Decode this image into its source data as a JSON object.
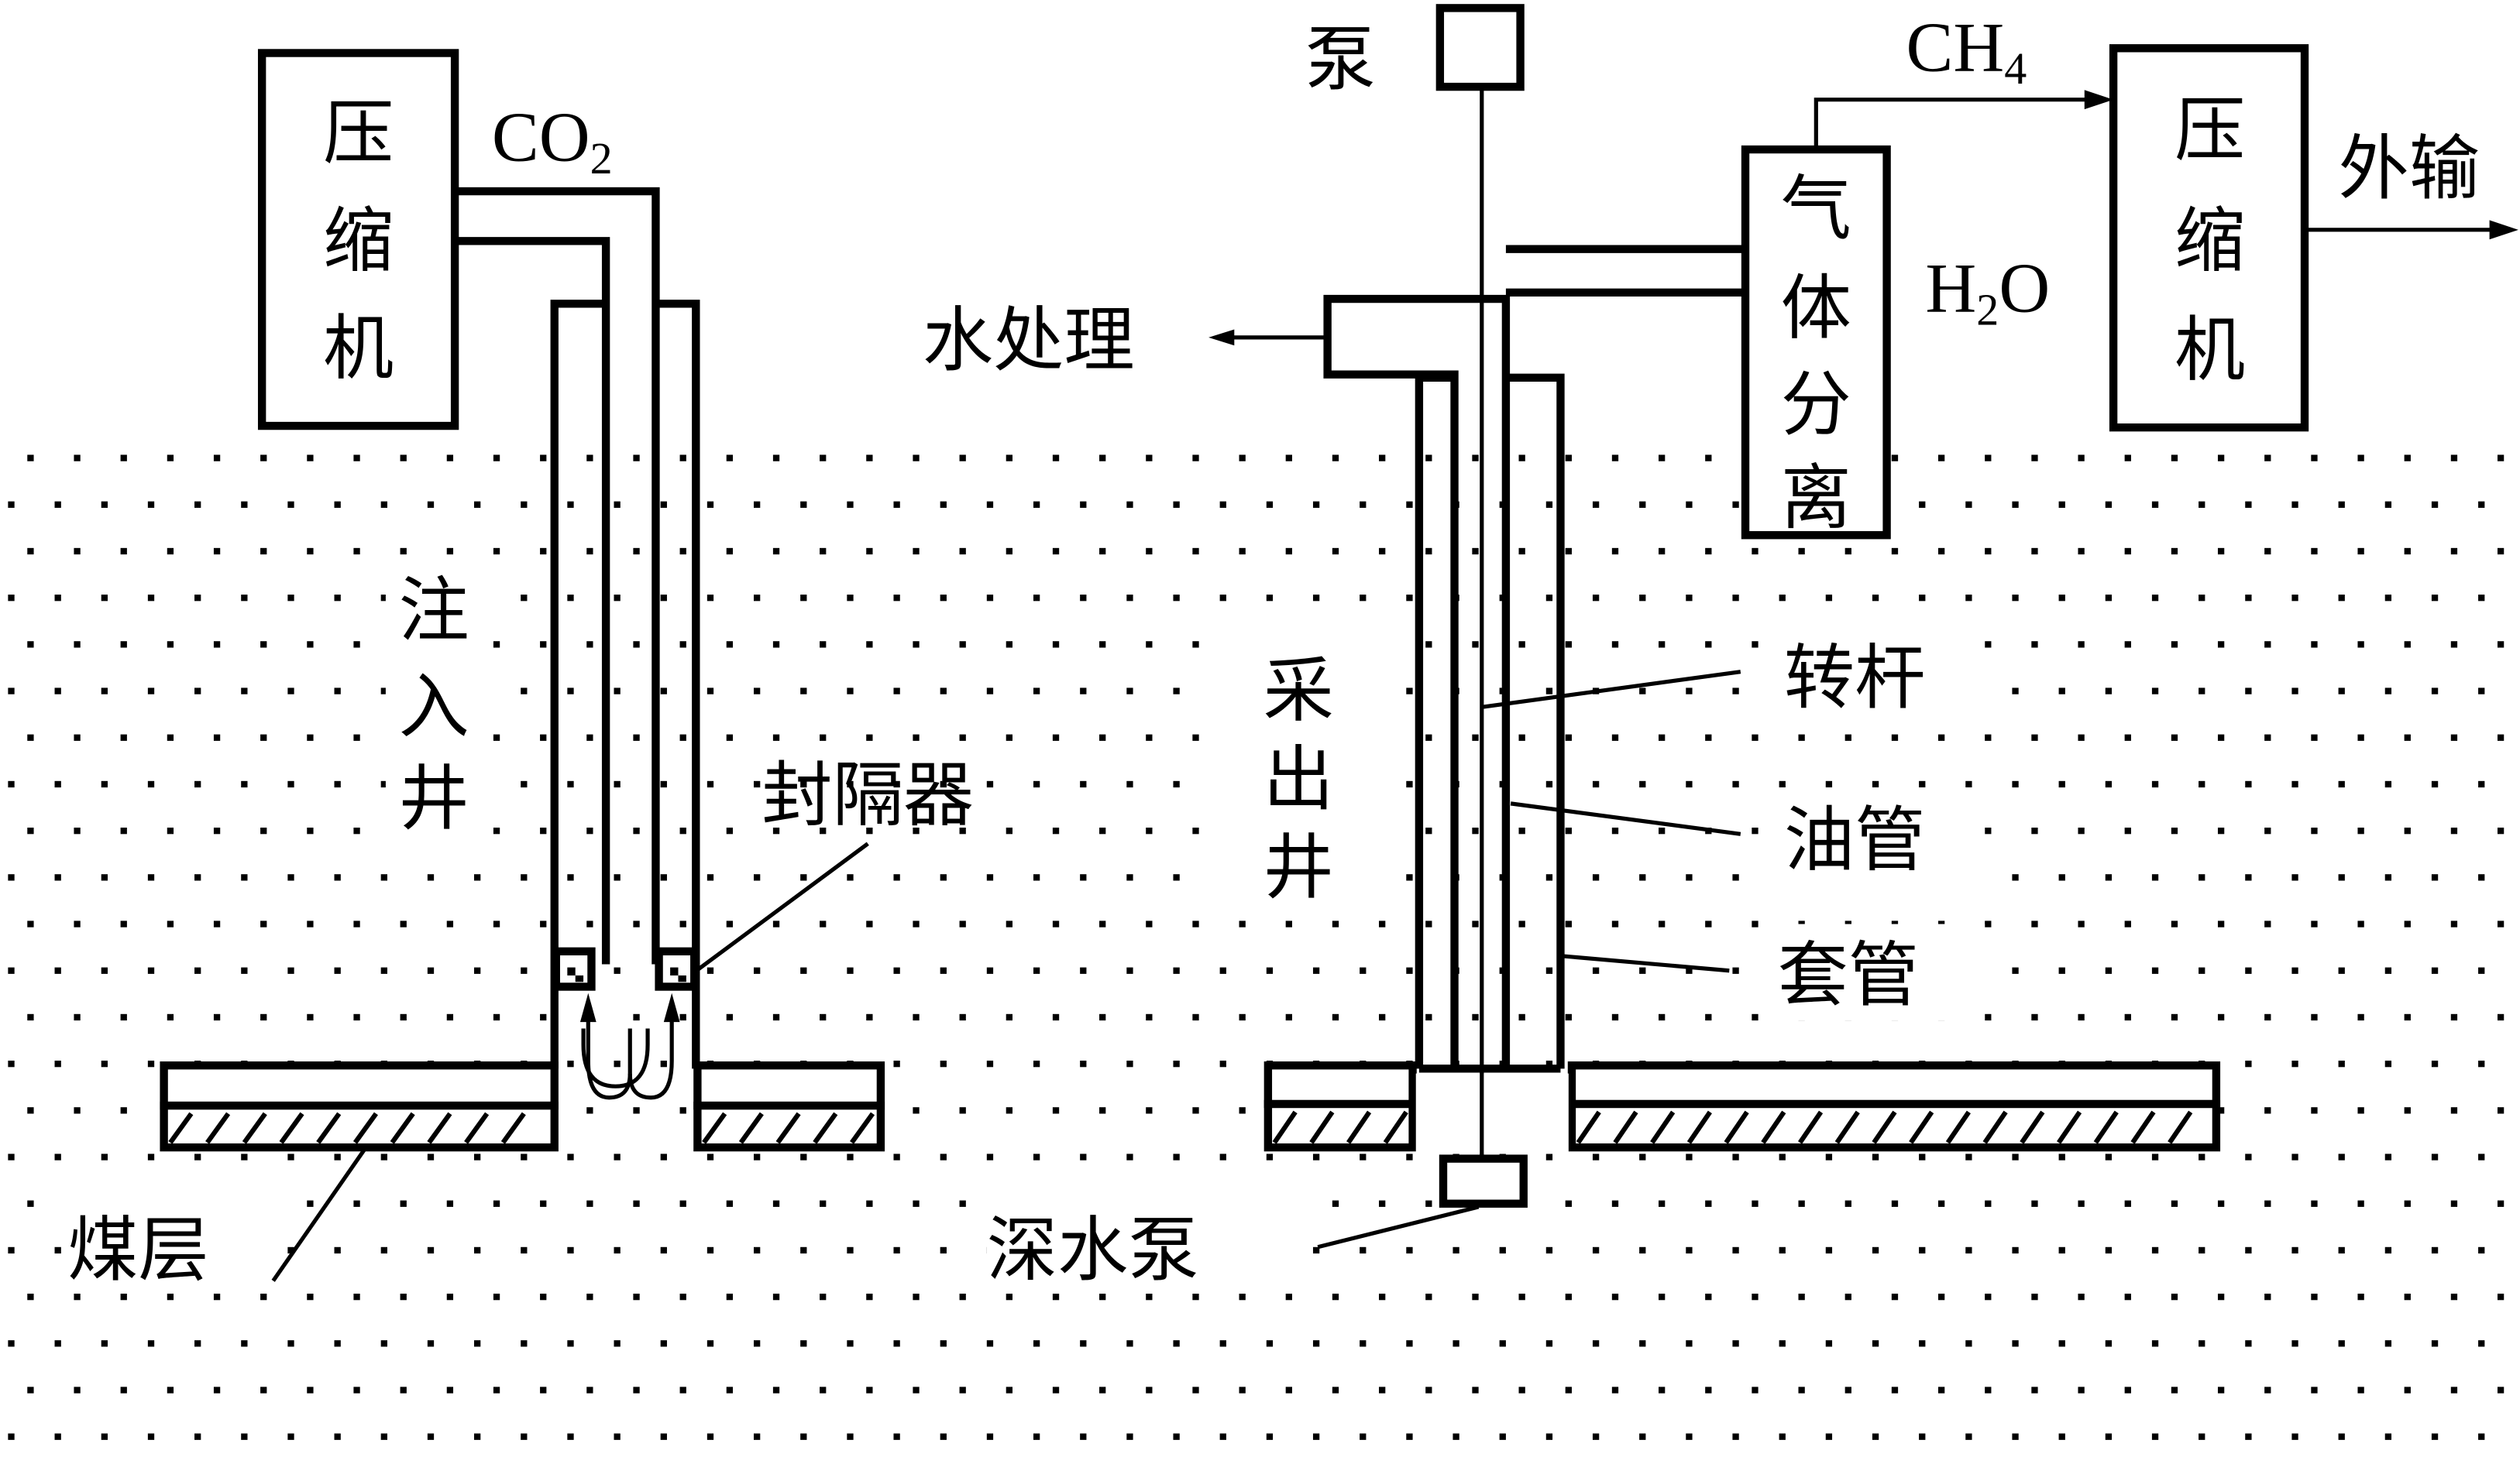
{
  "title": "CO2驱替煤层气开采工艺示意图",
  "colors": {
    "ink": "#000000",
    "background": "#ffffff"
  },
  "injection_side": {
    "compressor_label": [
      "压",
      "缩",
      "机"
    ],
    "gas_label": {
      "base": "CO",
      "sub": "2"
    },
    "well_label": [
      "注",
      "入",
      "井"
    ],
    "packer_label": "封隔器",
    "coal_seam_label": "煤层"
  },
  "production_side": {
    "pump_label": "泵",
    "water_treatment_label": "水处理",
    "well_label": [
      "采",
      "出",
      "井"
    ],
    "rod_label": "转杆",
    "tubing_label": "油管",
    "casing_label": "套管",
    "deep_pump_label": "深水泵",
    "separator_label": [
      "气",
      "体",
      "分",
      "离"
    ],
    "water_label": {
      "base": "H",
      "sub": "2",
      "tail": "O"
    },
    "methane_label": {
      "base": "CH",
      "sub": "4"
    },
    "compressor_label": [
      "压",
      "缩",
      "机"
    ],
    "export_label": "外输"
  }
}
